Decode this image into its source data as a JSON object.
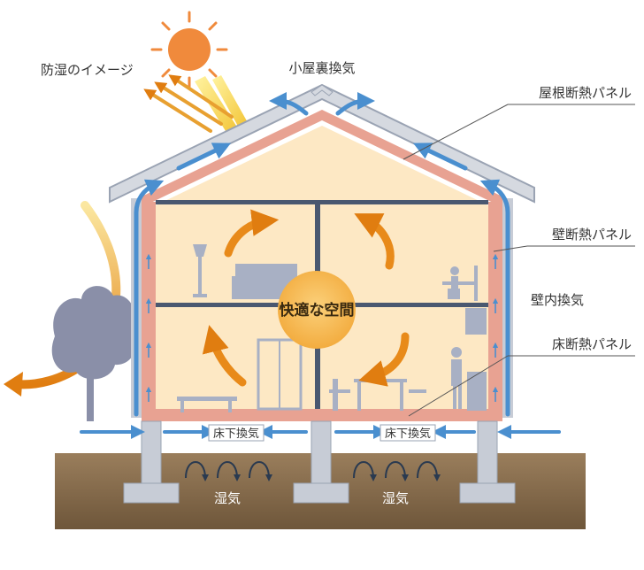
{
  "labels": {
    "moisture_image": "防湿のイメージ",
    "attic_ventilation": "小屋裏換気",
    "roof_panel": "屋根断熱パネル",
    "wall_panel": "壁断熱パネル",
    "wall_ventilation": "壁内換気",
    "floor_panel": "床断熱パネル",
    "comfortable_space": "快適な空間",
    "underfloor_vent_left": "床下換気",
    "underfloor_vent_right": "床下換気",
    "humidity_left": "湿気",
    "humidity_right": "湿気"
  },
  "colors": {
    "interior": "#fde8c4",
    "panel": "#e8a292",
    "roof": "#d5d9e0",
    "air_arrow": "#4a8fcf",
    "heat_arrow": "#e07d10",
    "sun": "#f08a3c",
    "ground": "#8a7050",
    "furniture": "#a8b0c4",
    "center_circle": "#f5b74a"
  }
}
